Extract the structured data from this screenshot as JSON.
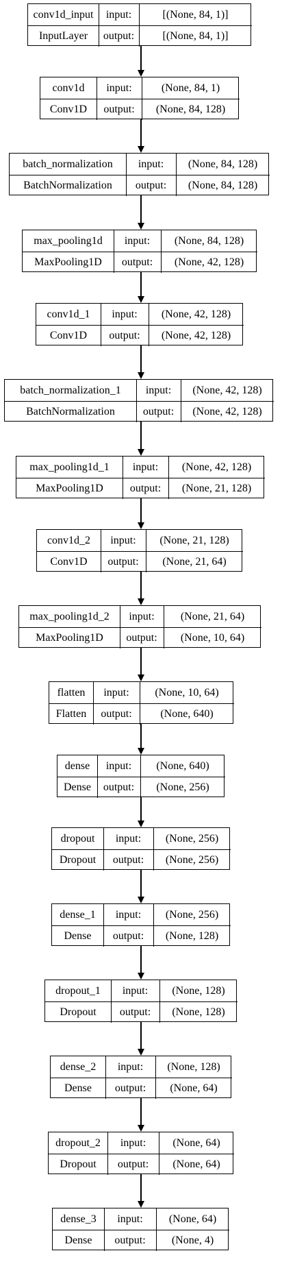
{
  "labels": {
    "input": "input:",
    "output": "output:"
  },
  "layers": [
    {
      "name": "conv1d_input",
      "type": "InputLayer",
      "input": "[(None, 84, 1)]",
      "output": "[(None, 84, 1)]"
    },
    {
      "name": "conv1d",
      "type": "Conv1D",
      "input": "(None, 84, 1)",
      "output": "(None, 84, 128)"
    },
    {
      "name": "batch_normalization",
      "type": "BatchNormalization",
      "input": "(None, 84, 128)",
      "output": "(None, 84, 128)"
    },
    {
      "name": "max_pooling1d",
      "type": "MaxPooling1D",
      "input": "(None, 84, 128)",
      "output": "(None, 42, 128)"
    },
    {
      "name": "conv1d_1",
      "type": "Conv1D",
      "input": "(None, 42, 128)",
      "output": "(None, 42, 128)"
    },
    {
      "name": "batch_normalization_1",
      "type": "BatchNormalization",
      "input": "(None, 42, 128)",
      "output": "(None, 42, 128)"
    },
    {
      "name": "max_pooling1d_1",
      "type": "MaxPooling1D",
      "input": "(None, 42, 128)",
      "output": "(None, 21, 128)"
    },
    {
      "name": "conv1d_2",
      "type": "Conv1D",
      "input": "(None, 21, 128)",
      "output": "(None, 21, 64)"
    },
    {
      "name": "max_pooling1d_2",
      "type": "MaxPooling1D",
      "input": "(None, 21, 64)",
      "output": "(None, 10, 64)"
    },
    {
      "name": "flatten",
      "type": "Flatten",
      "input": "(None, 10, 64)",
      "output": "(None, 640)"
    },
    {
      "name": "dense",
      "type": "Dense",
      "input": "(None, 640)",
      "output": "(None, 256)"
    },
    {
      "name": "dropout",
      "type": "Dropout",
      "input": "(None, 256)",
      "output": "(None, 256)"
    },
    {
      "name": "dense_1",
      "type": "Dense",
      "input": "(None, 256)",
      "output": "(None, 128)"
    },
    {
      "name": "dropout_1",
      "type": "Dropout",
      "input": "(None, 128)",
      "output": "(None, 128)"
    },
    {
      "name": "dense_2",
      "type": "Dense",
      "input": "(None, 128)",
      "output": "(None, 64)"
    },
    {
      "name": "dropout_2",
      "type": "Dropout",
      "input": "(None, 64)",
      "output": "(None, 64)"
    },
    {
      "name": "dense_3",
      "type": "Dense",
      "input": "(None, 64)",
      "output": "(None, 4)"
    }
  ]
}
